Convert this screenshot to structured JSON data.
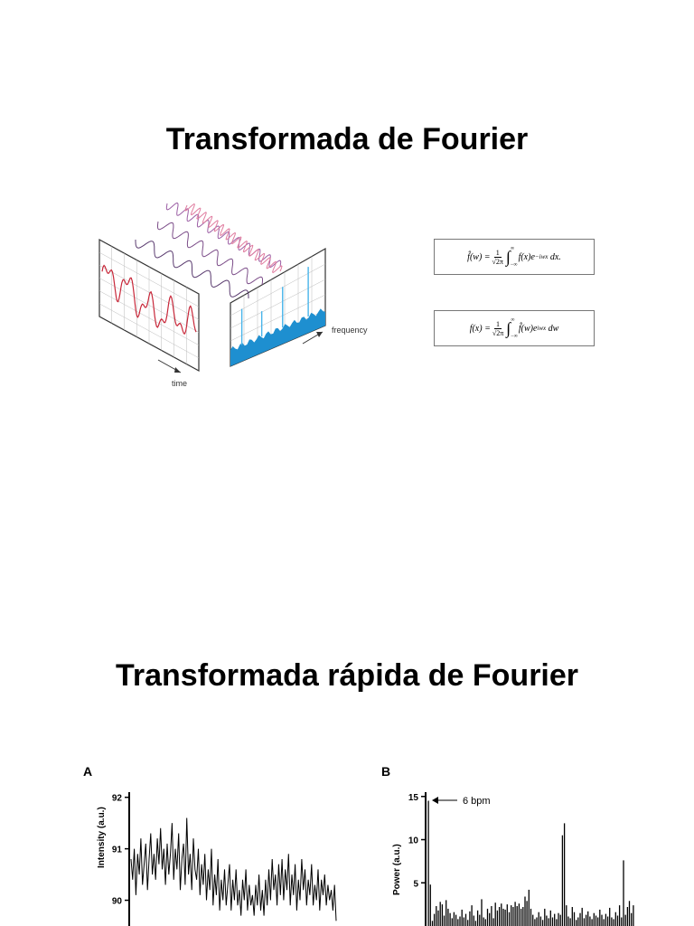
{
  "slide1": {
    "title": "Transformada de Fourier",
    "illustration": {
      "time_label": "time",
      "frequency_label": "frequency"
    },
    "formula_forward": {
      "lhs": "f̂(w) =",
      "num": "1",
      "den": "√2π",
      "upper": "∞",
      "lower": "−∞",
      "integrand": "f(x)e",
      "exp": "−iwx",
      "dvar": "dx."
    },
    "formula_inverse": {
      "lhs": "f(x) =",
      "num": "1",
      "den": "√2π",
      "upper": "∞",
      "lower": "−∞",
      "integrand": "f̂(w)e",
      "exp": "iwx",
      "dvar": "dw"
    }
  },
  "slide2": {
    "title": "Transformada rápida de Fourier",
    "panel_a": {
      "letter": "A",
      "ylabel": "Intensity (a.u.)",
      "yticks": [
        "92",
        "91",
        "90"
      ]
    },
    "panel_b": {
      "letter": "B",
      "ylabel": "Power (a.u.)",
      "yticks": [
        "15",
        "10",
        "5"
      ],
      "annotation": "6 bpm"
    }
  },
  "chart_data": [
    {
      "type": "line",
      "title": "",
      "ylabel": "Intensity (a.u.)",
      "ylim": [
        89.5,
        92.1
      ],
      "yticks": [
        90,
        91,
        92
      ],
      "series": [
        {
          "values": [
            90.8,
            90.4,
            91.0,
            90.1,
            90.9,
            90.5,
            91.2,
            90.3,
            90.7,
            91.1,
            90.2,
            90.8,
            91.3,
            90.5,
            90.9,
            90.4,
            91.2,
            90.7,
            91.4,
            90.6,
            91.0,
            90.3,
            91.1,
            90.5,
            90.9,
            91.5,
            90.4,
            91.0,
            90.6,
            91.3,
            90.2,
            90.8,
            91.1,
            90.3,
            91.6,
            90.5,
            90.9,
            90.2,
            91.2,
            90.6,
            90.4,
            91.0,
            90.1,
            90.7,
            90.3,
            90.9,
            90.0,
            90.6,
            90.2,
            91.0,
            89.9,
            90.5,
            90.1,
            90.8,
            89.8,
            90.4,
            90.0,
            90.6,
            89.9,
            90.3,
            90.7,
            89.8,
            90.4,
            90.0,
            90.6,
            89.9,
            90.2,
            89.7,
            90.4,
            90.0,
            90.6,
            89.8,
            90.3,
            89.9,
            90.1,
            89.7,
            90.3,
            89.9,
            90.5,
            89.8,
            90.2,
            89.7,
            90.4,
            89.9,
            90.6,
            90.0,
            90.8,
            90.2,
            90.5,
            89.9,
            90.7,
            90.1,
            90.8,
            90.0,
            90.6,
            90.2,
            90.9,
            89.9,
            90.5,
            90.1,
            90.7,
            89.8,
            90.4,
            90.0,
            90.8,
            90.2,
            90.6,
            89.9,
            90.4,
            90.1,
            90.7,
            89.9,
            90.3,
            90.0,
            90.6,
            89.8,
            90.4,
            90.1,
            90.5,
            89.9,
            90.3,
            90.0,
            90.2,
            89.8,
            90.3,
            89.6
          ]
        }
      ]
    },
    {
      "type": "bar",
      "title": "",
      "ylabel": "Power (a.u.)",
      "ylim": [
        0,
        15.5
      ],
      "yticks": [
        5,
        10,
        15
      ],
      "annotation": "6 bpm",
      "values": [
        14.5,
        4.8,
        0.6,
        1.4,
        2.3,
        1.8,
        2.8,
        2.5,
        1.2,
        3.0,
        2.0,
        1.5,
        0.9,
        1.6,
        1.3,
        0.8,
        1.1,
        1.9,
        1.0,
        1.4,
        0.7,
        1.7,
        2.4,
        1.2,
        0.6,
        1.8,
        1.3,
        3.1,
        1.0,
        0.8,
        2.0,
        1.5,
        2.3,
        0.9,
        2.7,
        1.8,
        2.2,
        2.6,
        2.0,
        1.9,
        2.5,
        1.6,
        2.4,
        2.2,
        2.8,
        2.3,
        2.6,
        2.0,
        2.2,
        3.4,
        2.9,
        4.2,
        2.0,
        1.3,
        0.8,
        1.0,
        1.6,
        1.1,
        0.7,
        2.0,
        1.2,
        0.9,
        1.8,
        1.0,
        1.4,
        0.8,
        1.5,
        1.3,
        10.5,
        11.9,
        2.4,
        1.1,
        0.9,
        2.2,
        1.6,
        0.7,
        1.0,
        1.5,
        2.1,
        0.9,
        1.3,
        1.7,
        1.1,
        0.8,
        1.5,
        1.2,
        1.0,
        1.9,
        1.3,
        0.8,
        1.4,
        1.1,
        2.1,
        1.0,
        0.8,
        1.6,
        1.2,
        2.4,
        1.0,
        7.6,
        1.3,
        2.2,
        2.9,
        1.5,
        2.4
      ]
    }
  ]
}
